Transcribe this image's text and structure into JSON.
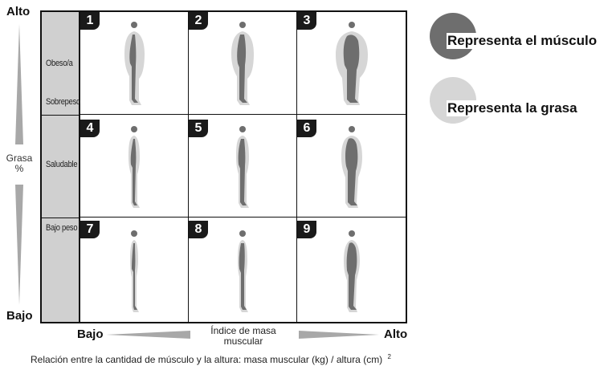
{
  "y_axis": {
    "top_label": "Alto",
    "bottom_label": "Bajo",
    "title_line1": "Grasa",
    "title_line2": "%"
  },
  "rows": {
    "r1_top": "Obeso/a",
    "r1_bottom": "Sobrepeso",
    "r2": "Saludable",
    "r3": "Bajo peso"
  },
  "cells": [
    {
      "number": "1"
    },
    {
      "number": "2"
    },
    {
      "number": "3"
    },
    {
      "number": "4"
    },
    {
      "number": "5"
    },
    {
      "number": "6"
    },
    {
      "number": "7"
    },
    {
      "number": "8"
    },
    {
      "number": "9"
    }
  ],
  "x_axis": {
    "left_label": "Bajo",
    "right_label": "Alto",
    "title_line1": "Índice de masa",
    "title_line2": "muscular"
  },
  "legend": {
    "muscle": "Representa el músculo",
    "fat": "Representa la grasa"
  },
  "caption": {
    "text": "Relación entre la cantidad de músculo y la altura: masa muscular (kg) / altura (cm)",
    "superscript": "2"
  },
  "colors": {
    "muscle": "#6e6e6e",
    "fat": "#d6d6d6",
    "label_column": "#d0d0d0"
  }
}
